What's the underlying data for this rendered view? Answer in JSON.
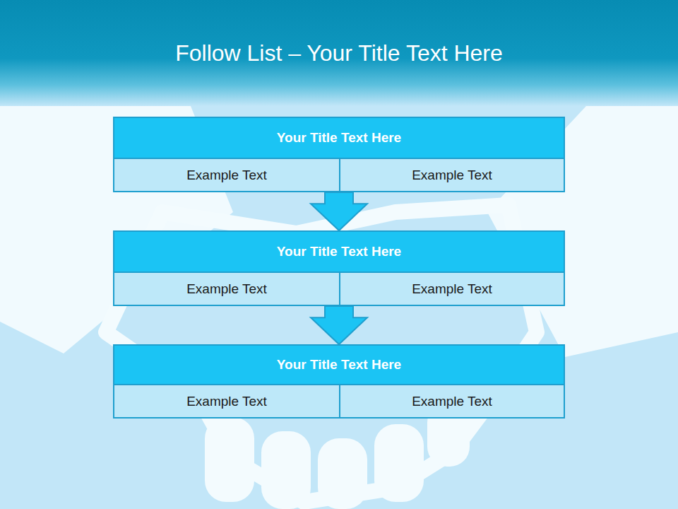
{
  "diagram": {
    "title": "Follow List – Your Title Text Here",
    "nodes": [
      {
        "text": [
          "Your Title Text Here"
        ]
      },
      {
        "text": [
          "Example Text"
        ],
        "in": 0
      },
      {
        "text": [
          "Example Text"
        ],
        "in": 0
      },
      {
        "text": [
          "Your Title Text Here"
        ]
      },
      {
        "text": [
          "Example Text"
        ],
        "in": 3
      },
      {
        "text": [
          "Example Text"
        ],
        "in": 3
      },
      {
        "text": [
          "Your Title Text Here"
        ]
      },
      {
        "text": [
          "Example Text"
        ],
        "in": 6
      },
      {
        "text": [
          "Example Text"
        ],
        "in": 6
      }
    ],
    "edges": [
      {
        "from": 0,
        "to": 3,
        "arrow": "to"
      },
      {
        "from": 3,
        "to": 6,
        "arrow": "to"
      }
    ]
  }
}
